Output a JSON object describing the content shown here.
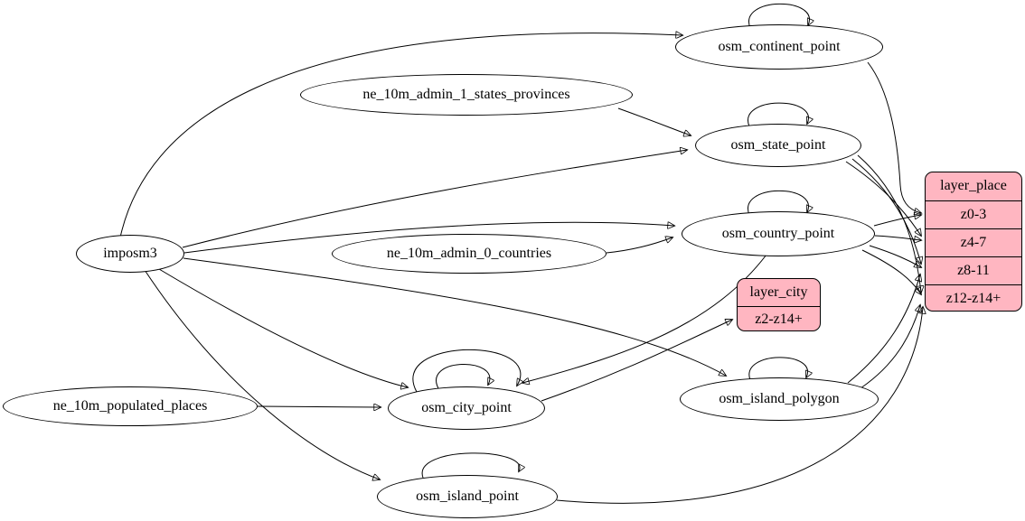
{
  "diagram": {
    "type": "etl-graph",
    "background_color": "#ffffff",
    "edge_color": "#000000",
    "table_node_fill": "#ffffff",
    "layer_node_fill": "#ffb6c1",
    "nodes": {
      "imposm3": {
        "label": "imposm3",
        "shape": "ellipse"
      },
      "ne_10m_admin_1_states_provinces": {
        "label": "ne_10m_admin_1_states_provinces",
        "shape": "ellipse"
      },
      "ne_10m_admin_0_countries": {
        "label": "ne_10m_admin_0_countries",
        "shape": "ellipse"
      },
      "ne_10m_populated_places": {
        "label": "ne_10m_populated_places",
        "shape": "ellipse"
      },
      "osm_continent_point": {
        "label": "osm_continent_point",
        "shape": "ellipse"
      },
      "osm_state_point": {
        "label": "osm_state_point",
        "shape": "ellipse"
      },
      "osm_country_point": {
        "label": "osm_country_point",
        "shape": "ellipse"
      },
      "osm_city_point": {
        "label": "osm_city_point",
        "shape": "ellipse"
      },
      "osm_island_polygon": {
        "label": "osm_island_polygon",
        "shape": "ellipse"
      },
      "osm_island_point": {
        "label": "osm_island_point",
        "shape": "ellipse"
      }
    },
    "records": {
      "layer_city": {
        "title": "layer_city",
        "rows": [
          "z2-z14+"
        ]
      },
      "layer_place": {
        "title": "layer_place",
        "rows": [
          "z0-3",
          "z4-7",
          "z8-11",
          "z12-z14+"
        ]
      }
    },
    "edges": [
      {
        "from": "imposm3",
        "to": "osm_continent_point"
      },
      {
        "from": "imposm3",
        "to": "osm_state_point"
      },
      {
        "from": "imposm3",
        "to": "osm_country_point"
      },
      {
        "from": "imposm3",
        "to": "osm_city_point"
      },
      {
        "from": "imposm3",
        "to": "osm_island_polygon"
      },
      {
        "from": "imposm3",
        "to": "osm_island_point"
      },
      {
        "from": "ne_10m_admin_1_states_provinces",
        "to": "osm_state_point"
      },
      {
        "from": "ne_10m_admin_0_countries",
        "to": "osm_country_point"
      },
      {
        "from": "ne_10m_populated_places",
        "to": "osm_city_point"
      },
      {
        "from": "osm_continent_point",
        "to": "osm_continent_point"
      },
      {
        "from": "osm_state_point",
        "to": "osm_state_point"
      },
      {
        "from": "osm_country_point",
        "to": "osm_country_point"
      },
      {
        "from": "osm_city_point",
        "to": "osm_city_point"
      },
      {
        "from": "osm_city_point",
        "to": "osm_city_point"
      },
      {
        "from": "osm_island_polygon",
        "to": "osm_island_polygon"
      },
      {
        "from": "osm_island_point",
        "to": "osm_island_point"
      },
      {
        "from": "osm_continent_point",
        "to": "layer_place",
        "port": "z0-3"
      },
      {
        "from": "osm_country_point",
        "to": "layer_place",
        "port": "z0-3"
      },
      {
        "from": "osm_country_point",
        "to": "layer_place",
        "port": "z4-7"
      },
      {
        "from": "osm_country_point",
        "to": "layer_place",
        "port": "z8-11"
      },
      {
        "from": "osm_country_point",
        "to": "layer_place",
        "port": "z12-z14+"
      },
      {
        "from": "osm_state_point",
        "to": "layer_place",
        "port": "z4-7"
      },
      {
        "from": "osm_state_point",
        "to": "layer_place",
        "port": "z8-11"
      },
      {
        "from": "osm_state_point",
        "to": "layer_place",
        "port": "z12-z14+"
      },
      {
        "from": "osm_island_polygon",
        "to": "layer_place",
        "port": "z8-11"
      },
      {
        "from": "osm_island_polygon",
        "to": "layer_place",
        "port": "z12-z14+"
      },
      {
        "from": "osm_island_point",
        "to": "layer_place",
        "port": "z12-z14+"
      },
      {
        "from": "osm_city_point",
        "to": "layer_city",
        "port": "z2-z14+"
      },
      {
        "from": "osm_country_point",
        "to": "osm_city_point"
      }
    ]
  }
}
